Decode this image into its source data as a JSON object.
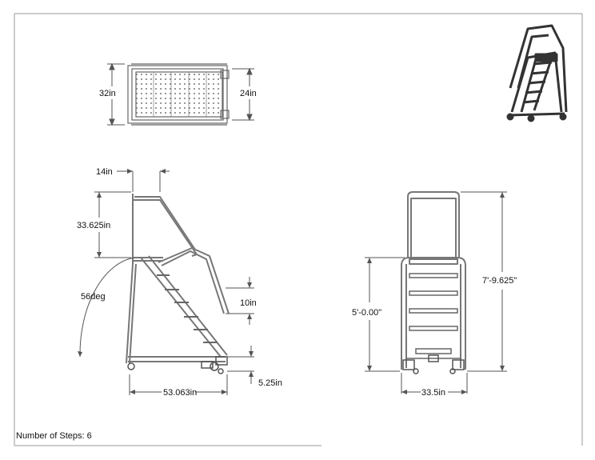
{
  "top_view": {
    "width_label": "32in",
    "depth_label": "24in"
  },
  "side_view": {
    "top_offset_label": "14in",
    "handrail_height_label": "33.625in",
    "angle_label": "56deg",
    "step_depth_label": "10in",
    "base_length_label": "53.063in",
    "caster_label": "5.25in"
  },
  "front_view": {
    "platform_height_label": "5'-0.00\"",
    "overall_height_label": "7'-9.625\"",
    "base_width_label": "33.5in"
  },
  "footer": {
    "steps_text": "Number of Steps: 6"
  },
  "colors": {
    "line": "#555555",
    "frame": "#777777",
    "text": "#111111"
  }
}
